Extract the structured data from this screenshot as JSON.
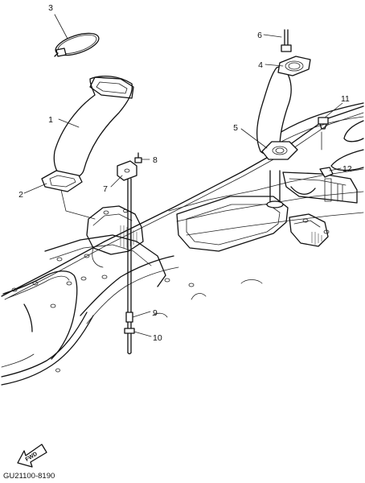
{
  "callouts": [
    {
      "id": "1",
      "label": "1"
    },
    {
      "id": "2",
      "label": "2"
    },
    {
      "id": "3",
      "label": "3"
    },
    {
      "id": "4",
      "label": "4"
    },
    {
      "id": "5",
      "label": "5"
    },
    {
      "id": "6",
      "label": "6"
    },
    {
      "id": "7",
      "label": "7"
    },
    {
      "id": "8",
      "label": "8"
    },
    {
      "id": "9",
      "label": "9"
    },
    {
      "id": "10",
      "label": "10"
    },
    {
      "id": "11",
      "label": "11"
    },
    {
      "id": "12",
      "label": "12"
    }
  ],
  "fwd_label": "FWD",
  "drawing_code": "GU21100-8190"
}
